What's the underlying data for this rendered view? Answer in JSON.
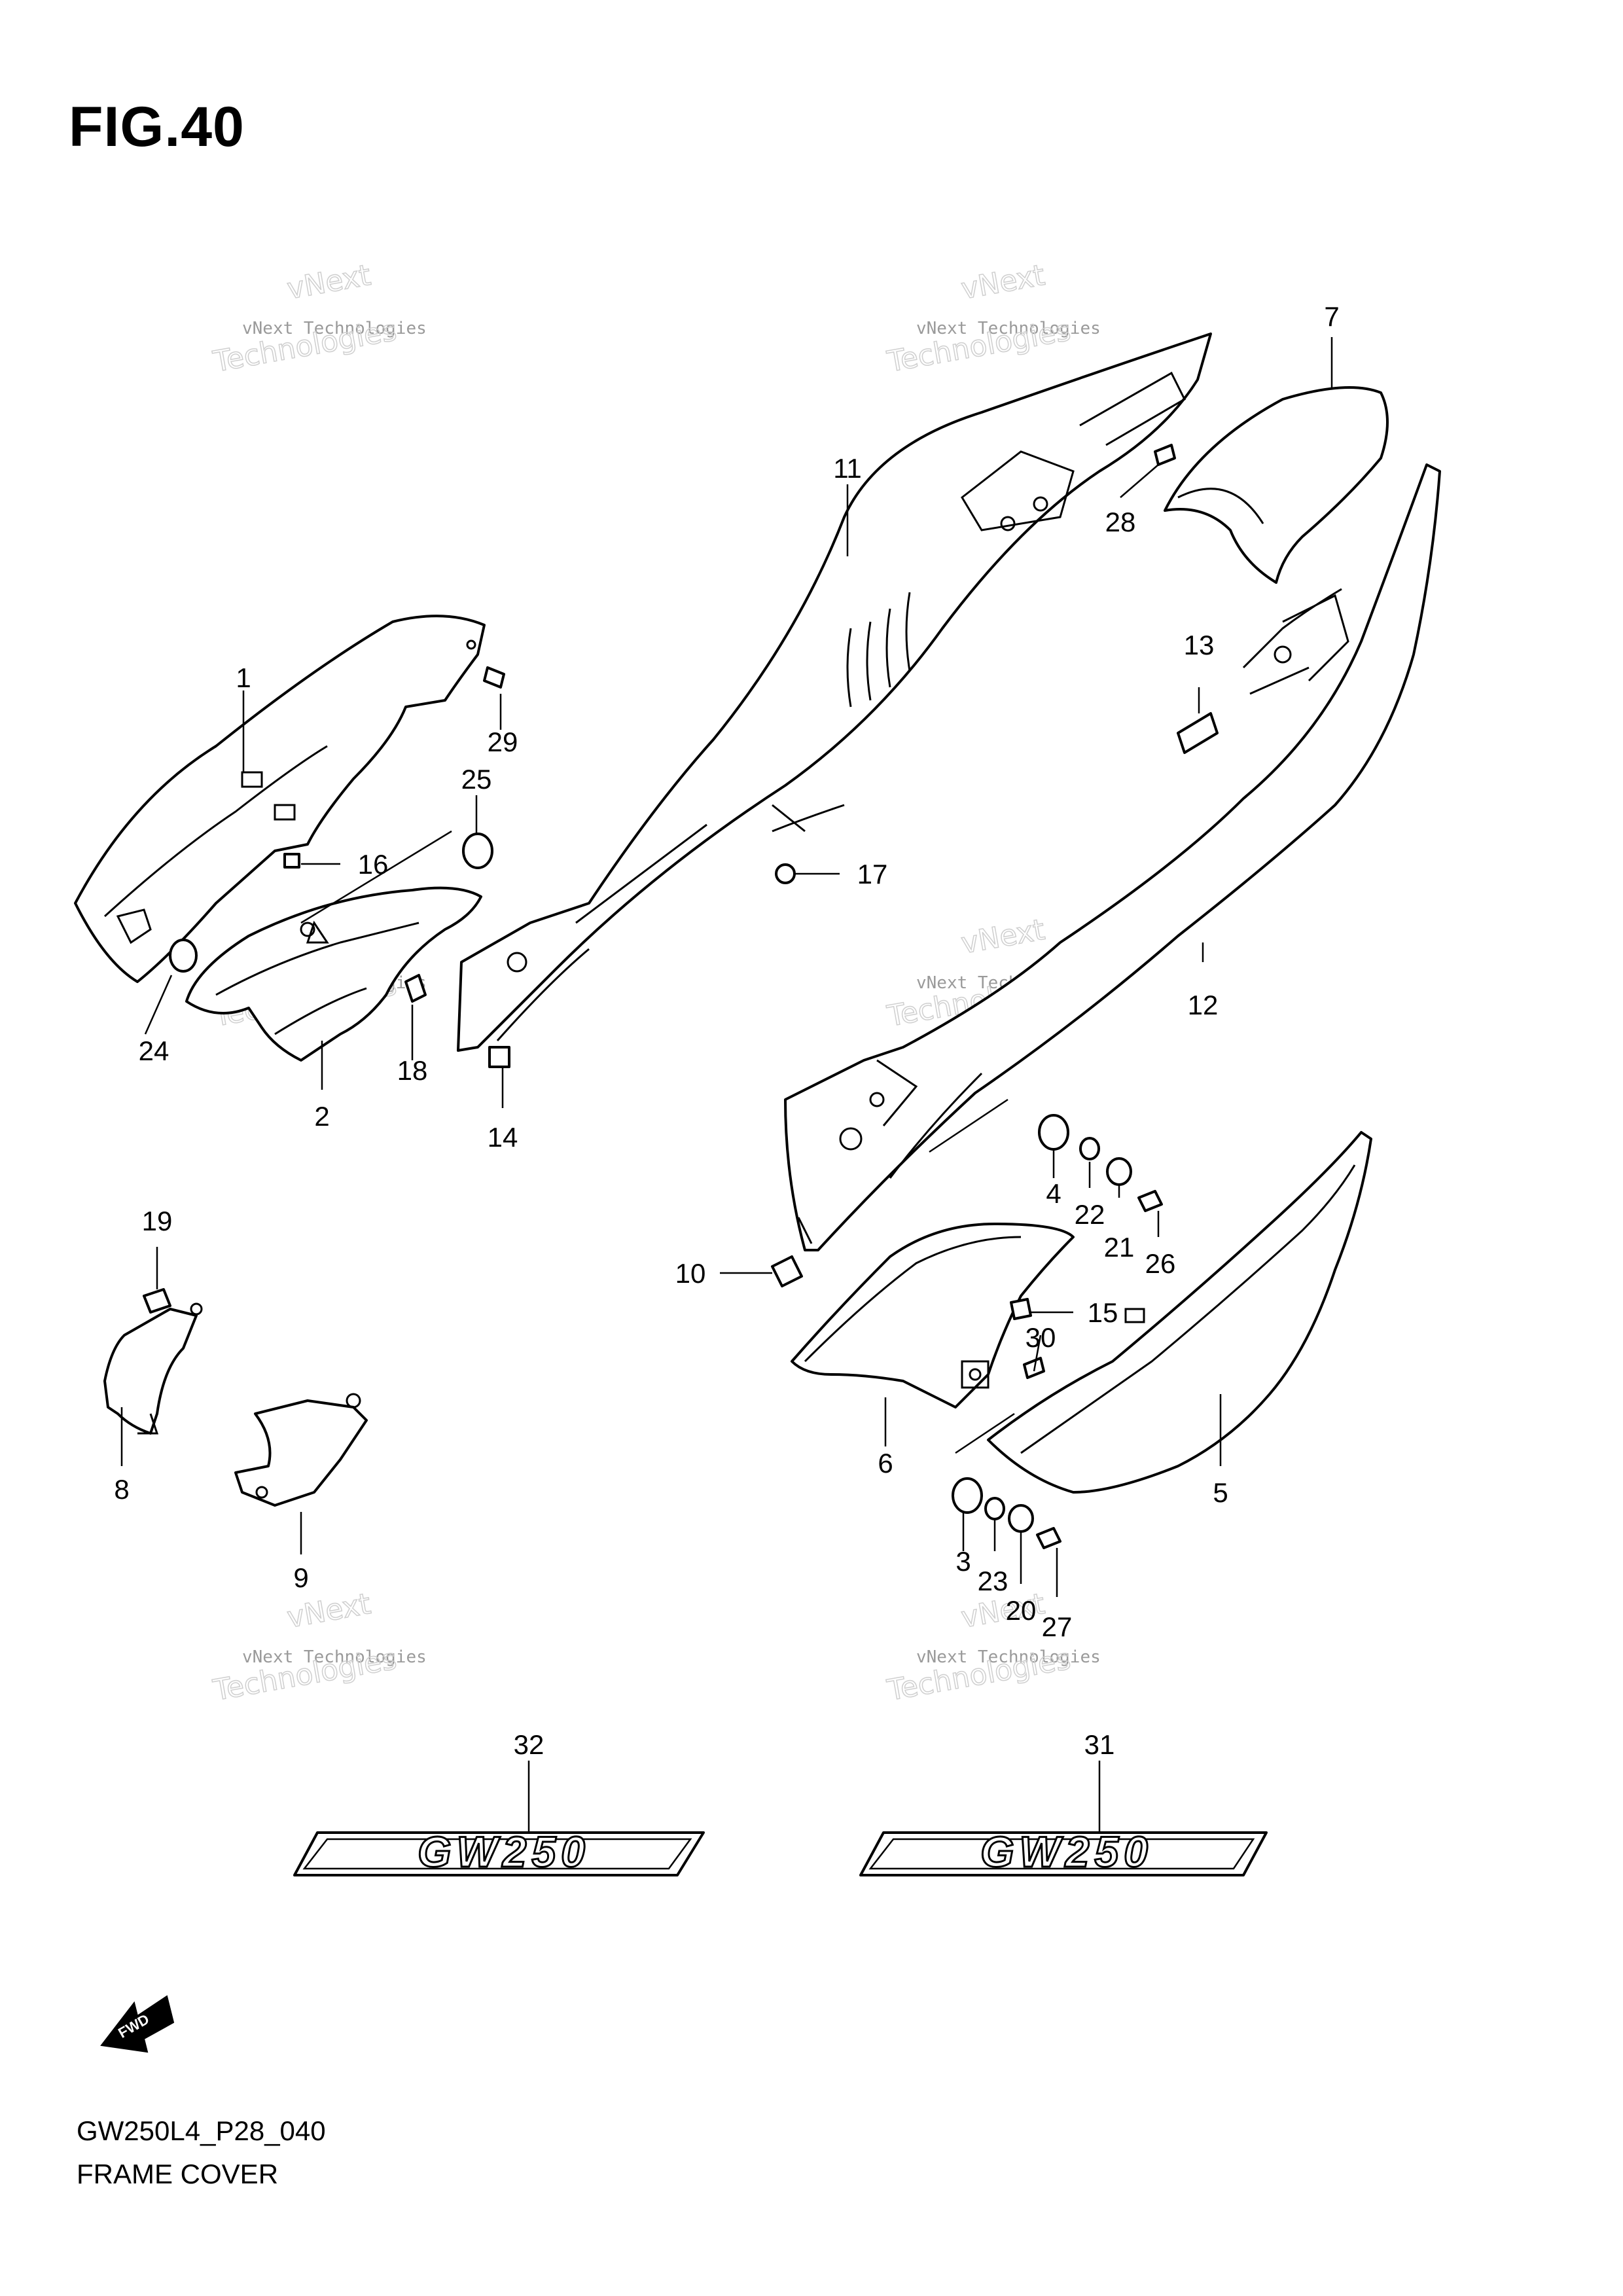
{
  "figure": {
    "title": "FIG.40",
    "code": "GW250L4_P28_040",
    "section": "FRAME COVER"
  },
  "callouts": [
    "1",
    "2",
    "3",
    "4",
    "5",
    "6",
    "7",
    "8",
    "9",
    "10",
    "11",
    "12",
    "13",
    "14",
    "15",
    "16",
    "17",
    "18",
    "19",
    "20",
    "21",
    "22",
    "23",
    "24",
    "25",
    "26",
    "27",
    "28",
    "29",
    "30",
    "31",
    "32"
  ],
  "decal": {
    "text": "GW250"
  },
  "arrow": {
    "label": "FWD"
  },
  "watermark": {
    "line1": "vNext Technologies",
    "line2": "vNext",
    "line3": "Technologies"
  },
  "colors": {
    "ink": "#000000",
    "watermark": "#9a9a9a"
  }
}
